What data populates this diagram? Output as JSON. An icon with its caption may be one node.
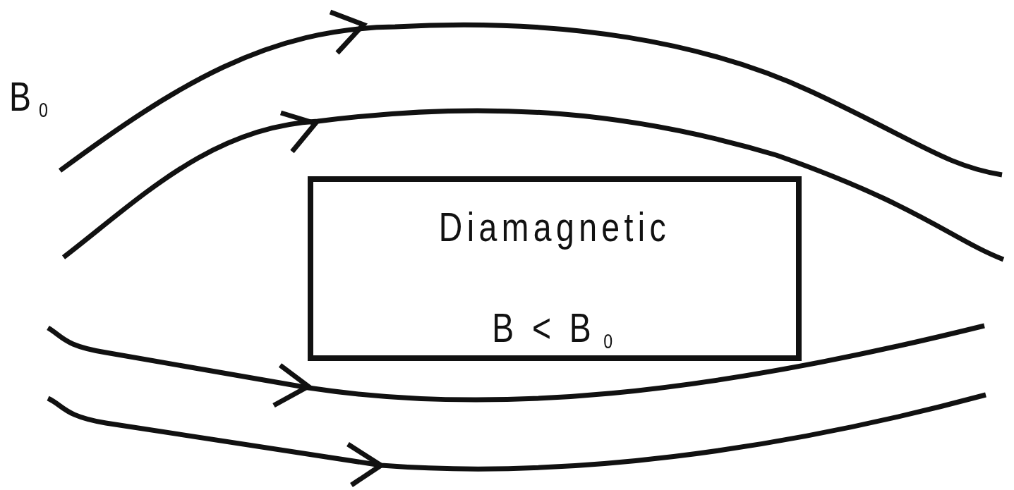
{
  "diagram": {
    "nodes": [
      {
        "text": [
          "Diamagnetic",
          "B < B$_{0}$"
        ]
      }
    ],
    "labels": [
      "B$_{0}$"
    ]
  }
}
